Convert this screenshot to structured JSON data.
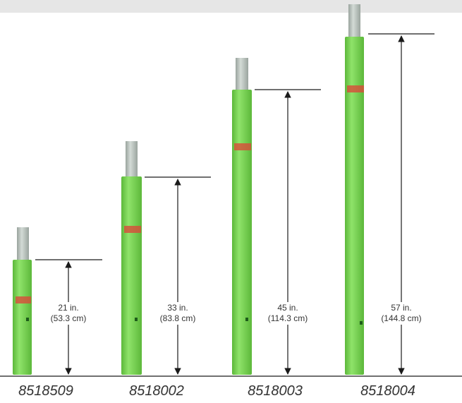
{
  "colors": {
    "pole_green": "#7ed957",
    "pole_shade": "#5cb83a",
    "pin_gray": "#b9c3bd",
    "label_red": "#d94b3a",
    "line": "#1a1a1a"
  },
  "poles": [
    {
      "part": "8518509",
      "length_in": "21 in.",
      "length_cm": "(53.3 cm)"
    },
    {
      "part": "8518002",
      "length_in": "33 in.",
      "length_cm": "(83.8 cm)"
    },
    {
      "part": "8518003",
      "length_in": "45 in.",
      "length_cm": "(114.3 cm)"
    },
    {
      "part": "8518004",
      "length_in": "57 in.",
      "length_cm": "(144.8 cm)"
    }
  ]
}
